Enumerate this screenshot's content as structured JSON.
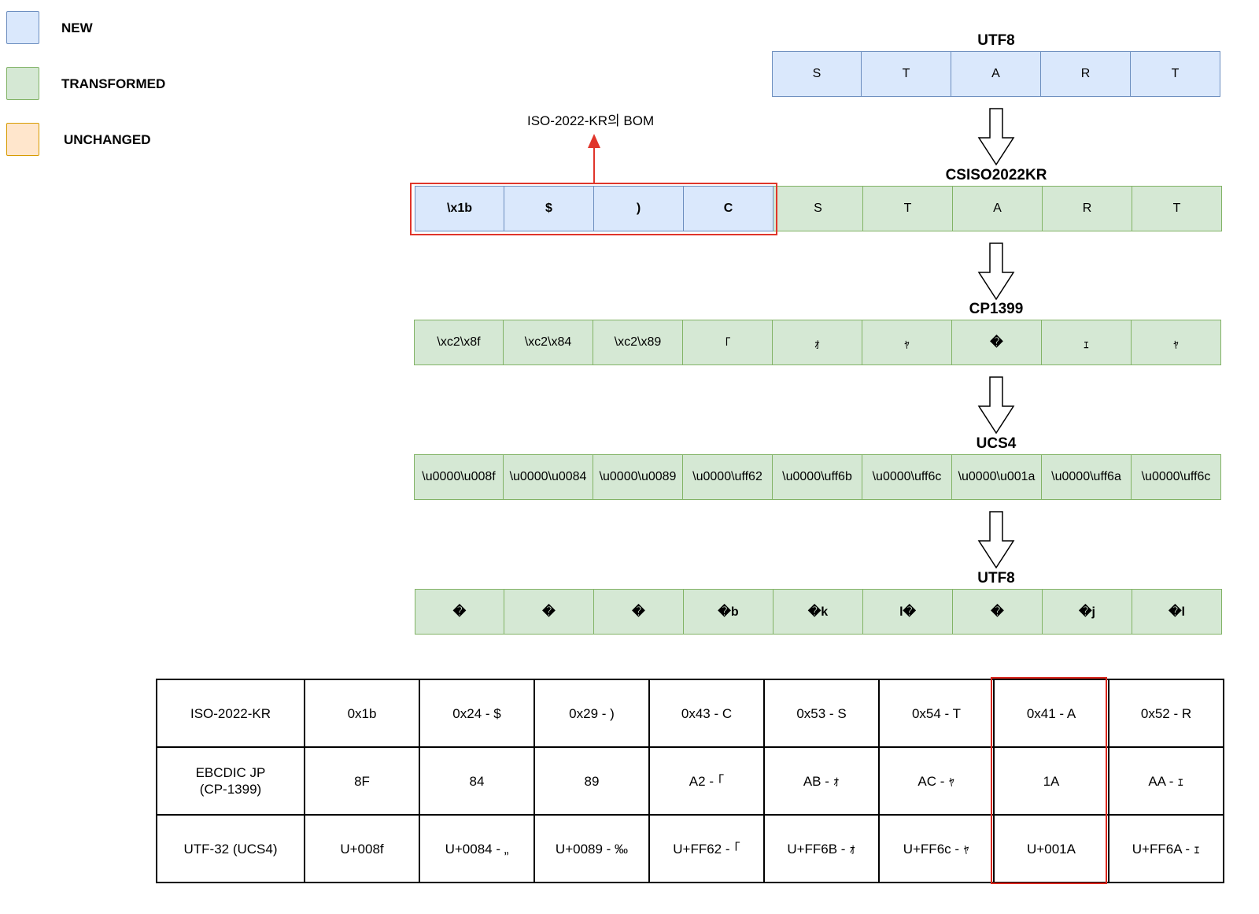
{
  "legend": [
    {
      "label": "NEW",
      "fill": "#dae8fc",
      "stroke": "#6c8ebf"
    },
    {
      "label": "TRANSFORMED",
      "fill": "#d5e8d4",
      "stroke": "#82b366"
    },
    {
      "label": "UNCHANGED",
      "fill": "#ffe6cc",
      "stroke": "#d79b00"
    }
  ],
  "colors": {
    "new": "#dae8fc",
    "transformed": "#d5e8d4",
    "unchanged": "#ffe6cc",
    "highlight": "#e0352b"
  },
  "bom_label": "ISO-2022-KR의 BOM",
  "rows": [
    {
      "title": "UTF8",
      "cells": [
        {
          "v": "S",
          "k": "new"
        },
        {
          "v": "T",
          "k": "new"
        },
        {
          "v": "A",
          "k": "new"
        },
        {
          "v": "R",
          "k": "new"
        },
        {
          "v": "T",
          "k": "new"
        }
      ]
    },
    {
      "title": "CSISO2022KR",
      "cells": [
        {
          "v": "\\x1b",
          "k": "new",
          "b": true
        },
        {
          "v": "$",
          "k": "new",
          "b": true
        },
        {
          "v": ")",
          "k": "new",
          "b": true
        },
        {
          "v": "C",
          "k": "new",
          "b": true
        },
        {
          "v": "S",
          "k": "tr"
        },
        {
          "v": "T",
          "k": "tr"
        },
        {
          "v": "A",
          "k": "tr"
        },
        {
          "v": "R",
          "k": "tr"
        },
        {
          "v": "T",
          "k": "tr"
        }
      ]
    },
    {
      "title": "CP1399",
      "cells": [
        {
          "v": "\\xc2\\x8f",
          "k": "tr"
        },
        {
          "v": "\\xc2\\x84",
          "k": "tr"
        },
        {
          "v": "\\xc2\\x89",
          "k": "tr"
        },
        {
          "v": "｢",
          "k": "tr"
        },
        {
          "v": "ｫ",
          "k": "tr"
        },
        {
          "v": "ｬ",
          "k": "tr"
        },
        {
          "v": "�",
          "k": "tr",
          "b": true
        },
        {
          "v": "ｪ",
          "k": "tr"
        },
        {
          "v": "ｬ",
          "k": "tr"
        }
      ]
    },
    {
      "title": "UCS4",
      "cells": [
        {
          "v": "\\u0000\\u008f",
          "k": "tr"
        },
        {
          "v": "\\u0000\\u0084",
          "k": "tr"
        },
        {
          "v": "\\u0000\\u0089",
          "k": "tr"
        },
        {
          "v": "\\u0000\\uff62",
          "k": "tr"
        },
        {
          "v": "\\u0000\\uff6b",
          "k": "tr"
        },
        {
          "v": "\\u0000\\uff6c",
          "k": "tr"
        },
        {
          "v": "\\u0000\\u001a",
          "k": "tr"
        },
        {
          "v": "\\u0000\\uff6a",
          "k": "tr"
        },
        {
          "v": "\\u0000\\uff6c",
          "k": "tr"
        }
      ]
    },
    {
      "title": "UTF8",
      "cells": [
        {
          "v": "�",
          "k": "tr",
          "b": true
        },
        {
          "v": "�",
          "k": "tr",
          "b": true
        },
        {
          "v": "�",
          "k": "tr",
          "b": true
        },
        {
          "v": "�b",
          "k": "tr",
          "b": true
        },
        {
          "v": "�k",
          "k": "tr",
          "b": true
        },
        {
          "v": "l�",
          "k": "tr",
          "b": true
        },
        {
          "v": "�",
          "k": "tr",
          "b": true
        },
        {
          "v": "�j",
          "k": "tr",
          "b": true
        },
        {
          "v": "�l",
          "k": "tr",
          "b": true
        }
      ]
    }
  ],
  "table": [
    [
      "ISO-2022-KR",
      "0x1b",
      "0x24 - $",
      "0x29 - )",
      "0x43 - C",
      "0x53 - S",
      "0x54 - T",
      "0x41 - A",
      "0x52 - R"
    ],
    [
      "EBCDIC JP\n(CP-1399)",
      "8F",
      "84",
      "89",
      "A2 - ｢",
      "AB - ｫ",
      "AC - ｬ",
      "1A",
      "AA - ｪ"
    ],
    [
      "UTF-32 (UCS4)",
      "U+008f",
      "U+0084 - „",
      "U+0089 - ‰",
      "U+FF62 - ｢",
      "U+FF6B - ｫ",
      "U+FF6c - ｬ",
      "U+001A",
      "U+FF6A - ｪ"
    ]
  ]
}
